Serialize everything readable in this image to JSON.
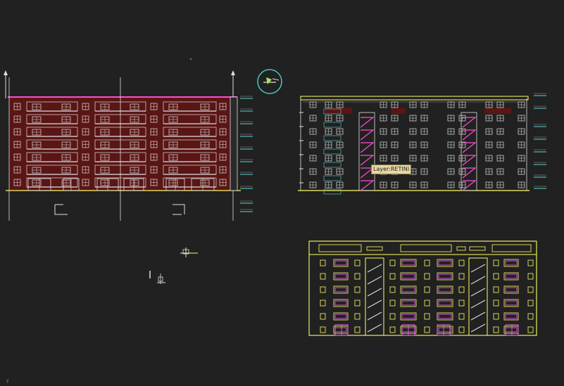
{
  "viewport": {
    "background": "#212121",
    "hover_tooltip": {
      "prefix": "Layer:",
      "value": "RETINI"
    },
    "ucs_mark": "y"
  },
  "colors": {
    "brick_fill": "#5a1515",
    "wall_line": "#e0e0e0",
    "ground_line": "#ffff66",
    "stair_line": "#ff4dd2",
    "window_line": "#ff66ff",
    "window_frame": "#ffff66",
    "dimension_line": "#5fd3d3",
    "orbit_circle": "#46c6c6"
  },
  "drawings": [
    {
      "id": "front-elevation",
      "floors": 7,
      "fill": "brick"
    },
    {
      "id": "side-elevation",
      "floors": 7,
      "fill": "none",
      "stairwells": 2
    },
    {
      "id": "rear-elevation",
      "floors": 6,
      "fill": "none",
      "stairwells": 2
    }
  ]
}
